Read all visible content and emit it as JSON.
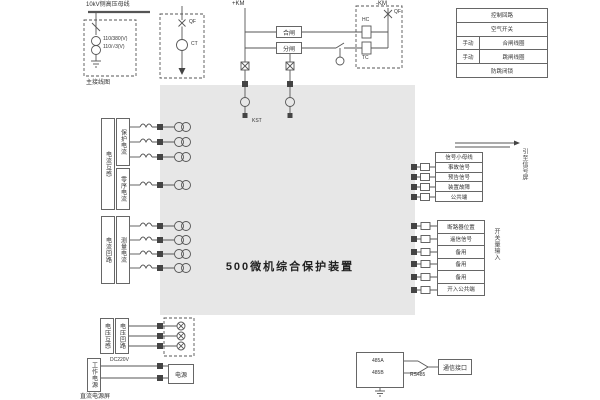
{
  "device": {
    "title": "500微机综合保护装置"
  },
  "colors": {
    "panel_fill": "#e7e7e7",
    "line": "#555555",
    "background": "#ffffff"
  },
  "main_diagram": {
    "bus_label": "10kV侧高压母线",
    "caption": "主接线图",
    "pt_ratio_line1": "110/380(V)",
    "pt_ratio_line2": "110/√3(V)",
    "breaker_label": "QF",
    "ct_label": "CT"
  },
  "control_circuit": {
    "pos_bus_label": "+KM",
    "neg_bus_label": "-KM",
    "close_label": "合闸",
    "trip_label": "分闸",
    "close_coil_label": "HC",
    "trip_coil_label": "TC",
    "breaker_aux_label": "QF",
    "relay_label": "KST"
  },
  "legend_table": {
    "rows": [
      {
        "c0": "控制回路"
      },
      {
        "c0": "空气开关"
      },
      {
        "c0": "手动",
        "c1": "合闸线圈"
      },
      {
        "c0": "手动",
        "c1": "跳闸线圈"
      },
      {
        "c0": "防跳闭锁"
      }
    ]
  },
  "current_section_1": {
    "transformer_label": "电流互感",
    "protection_label": "保护电流",
    "zero_seq_label": "零序电流"
  },
  "current_section_2": {
    "circuit_label": "电流回路",
    "measure_label": "测量电流"
  },
  "voltage_section": {
    "transformer_label": "电压互感",
    "circuit_label": "电压回路"
  },
  "power_section": {
    "panel_label": "工作电源",
    "dc_label": "DC220V",
    "module_label": "电源",
    "source_label": "直流电源屏"
  },
  "signal_section": {
    "header": "信号小母线",
    "rows": [
      "事故信号",
      "预告信号",
      "装置故障",
      "公共端"
    ],
    "annotation": "引至信号屏"
  },
  "di_section": {
    "rows": [
      "断路器位置",
      "遥信信号",
      "备用",
      "备用",
      "备用",
      "开入公共端"
    ],
    "annotation": "开关量输入"
  },
  "comm_section": {
    "terminal_a": "485A",
    "terminal_b": "485B",
    "cable_label": "RS485",
    "box_label": "通信接口"
  }
}
